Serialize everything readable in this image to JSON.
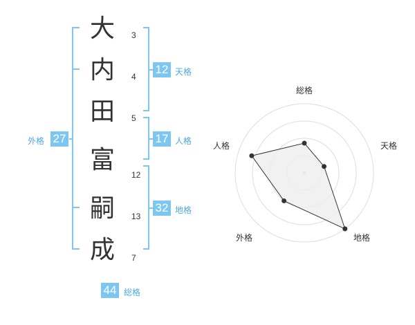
{
  "name_chars": [
    {
      "char": "大",
      "strokes": "3"
    },
    {
      "char": "内",
      "strokes": "4"
    },
    {
      "char": "田",
      "strokes": "5"
    },
    {
      "char": "富",
      "strokes": "12"
    },
    {
      "char": "嗣",
      "strokes": "13"
    },
    {
      "char": "成",
      "strokes": "7"
    }
  ],
  "kaku": {
    "tenkaku": {
      "value": "12",
      "label": "天格"
    },
    "jinkaku": {
      "value": "17",
      "label": "人格"
    },
    "chikaku": {
      "value": "32",
      "label": "地格"
    },
    "gaikaku": {
      "value": "27",
      "label": "外格"
    },
    "soukaku": {
      "value": "44",
      "label": "総格"
    }
  },
  "radar": {
    "axes": [
      "総格",
      "天格",
      "地格",
      "外格",
      "人格"
    ],
    "values": [
      0.43,
      0.3,
      1.0,
      0.5,
      0.8
    ],
    "colors": {
      "fill": "#eeeeee",
      "line": "#333333",
      "ring": "#dddddd",
      "point": "#333333"
    }
  },
  "colors": {
    "accent": "#7cc7f2",
    "bracket": "#7cc7f2"
  }
}
